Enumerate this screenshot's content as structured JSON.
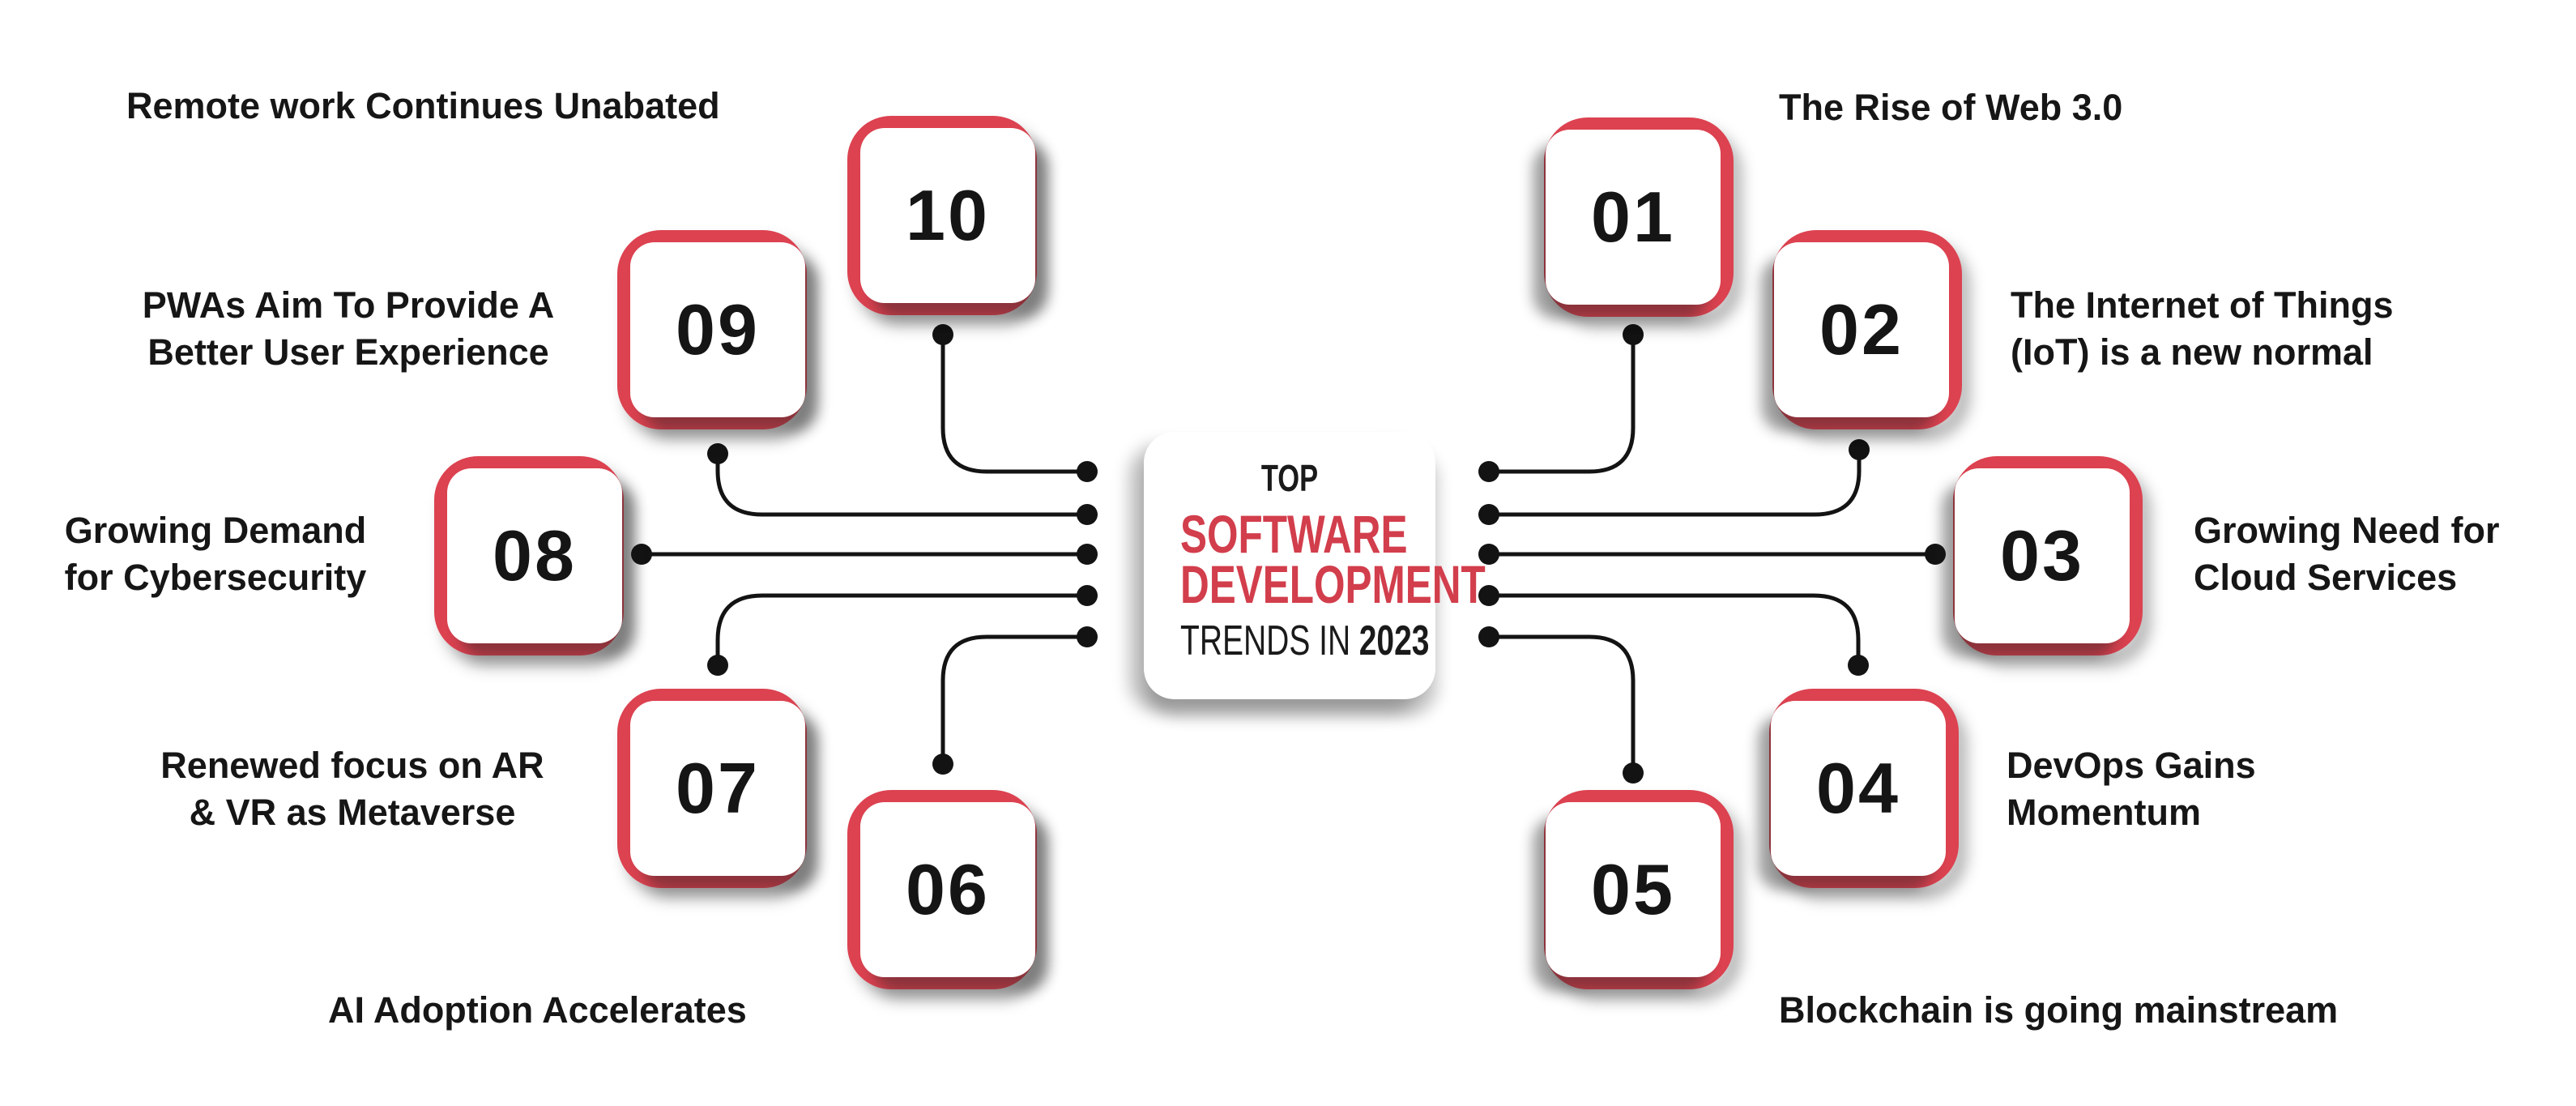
{
  "figure_title": {
    "top": "TOP",
    "line_red_1": "SOFTWARE",
    "line_red_2": "DEVELOPMENT",
    "bottom_prefix": "TRENDS IN",
    "bottom_year": "2023"
  },
  "colors": {
    "accent_red": "#DC4250",
    "title_red": "#D23E4C",
    "ink": "#161616",
    "line_black": "#131313"
  },
  "items": [
    {
      "number": "01",
      "lines": [
        "The Rise of Web 3.0"
      ]
    },
    {
      "number": "02",
      "lines": [
        "The Internet of Things",
        "(IoT) is a new normal"
      ]
    },
    {
      "number": "03",
      "lines": [
        "Growing Need for",
        "Cloud Services"
      ]
    },
    {
      "number": "04",
      "lines": [
        "DevOps Gains",
        "Momentum"
      ]
    },
    {
      "number": "05",
      "lines": [
        "Blockchain is going mainstream"
      ]
    },
    {
      "number": "06",
      "lines": [
        "AI Adoption Accelerates"
      ]
    },
    {
      "number": "07",
      "lines": [
        "Renewed focus on AR",
        "& VR as Metaverse"
      ]
    },
    {
      "number": "08",
      "lines": [
        "Growing Demand",
        "for Cybersecurity"
      ]
    },
    {
      "number": "09",
      "lines": [
        "PWAs Aim To Provide A",
        "Better User Experience"
      ]
    },
    {
      "number": "10",
      "lines": [
        "Remote work Continues Unabated"
      ]
    }
  ]
}
